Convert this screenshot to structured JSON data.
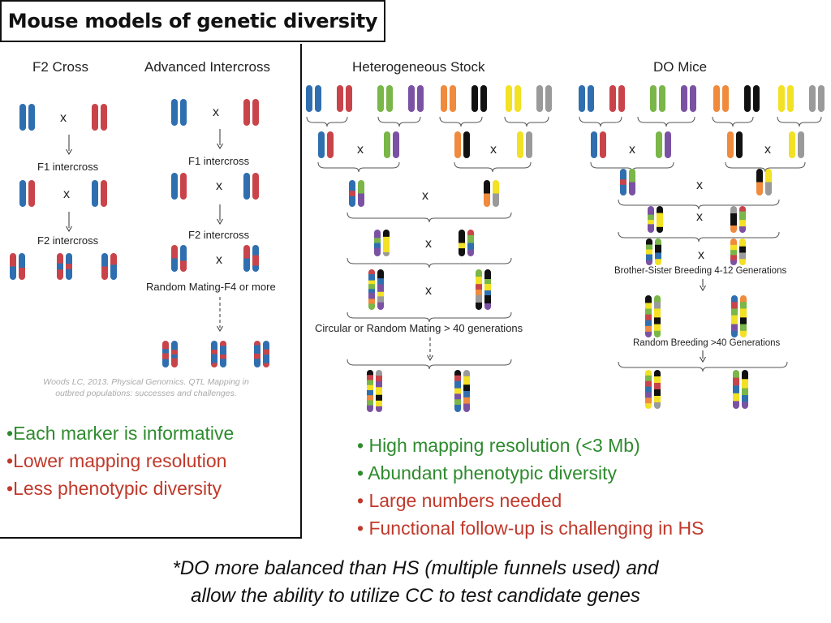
{
  "title": "Mouse models of genetic diversity",
  "panels": {
    "f2": {
      "heading": "F2 Cross",
      "step1": "F1 intercross",
      "step2": "F2 intercross",
      "cross_symbol": "x"
    },
    "ai": {
      "heading": "Advanced Intercross",
      "step1": "F1 intercross",
      "step2": "F2 intercross",
      "step3": "Random Mating-F4 or more"
    },
    "hs": {
      "heading": "Heterogeneous Stock",
      "mating": "Circular or Random Mating > 40 generations"
    },
    "do": {
      "heading": "DO Mice",
      "breeding1": "Brother-Sister Breeding 4-12 Generations",
      "breeding2": "Random Breeding >40 Generations"
    }
  },
  "citation": {
    "line1": "Woods LC, 2013. Physical Genomics. QTL Mapping in",
    "line2": "outbred populations: successes and challenges."
  },
  "left_bullets": [
    {
      "text": "Each marker is informative",
      "color": "#2e8b2e"
    },
    {
      "text": "Lower mapping resolution",
      "color": "#c0392b"
    },
    {
      "text": "Less phenotypic diversity",
      "color": "#c0392b"
    }
  ],
  "right_bullets": [
    {
      "text": "High mapping resolution (<3 Mb)",
      "color": "#2e8b2e"
    },
    {
      "text": "Abundant phenotypic diversity",
      "color": "#2e8b2e"
    },
    {
      "text": "Large numbers needed",
      "color": "#c0392b"
    },
    {
      "text": "Functional follow-up is challenging in HS",
      "color": "#c0392b"
    }
  ],
  "footnote": {
    "line1": "*DO more balanced than HS (multiple funnels used) and",
    "line2": "allow the ability to utilize CC to test candidate genes"
  },
  "colors": {
    "blue": "#2f6fb0",
    "red": "#c9444a",
    "green": "#7ab648",
    "purple": "#7b52a3",
    "orange": "#f08a3c",
    "black": "#111111",
    "yellow": "#f2e125",
    "gray": "#9a9a9a"
  }
}
